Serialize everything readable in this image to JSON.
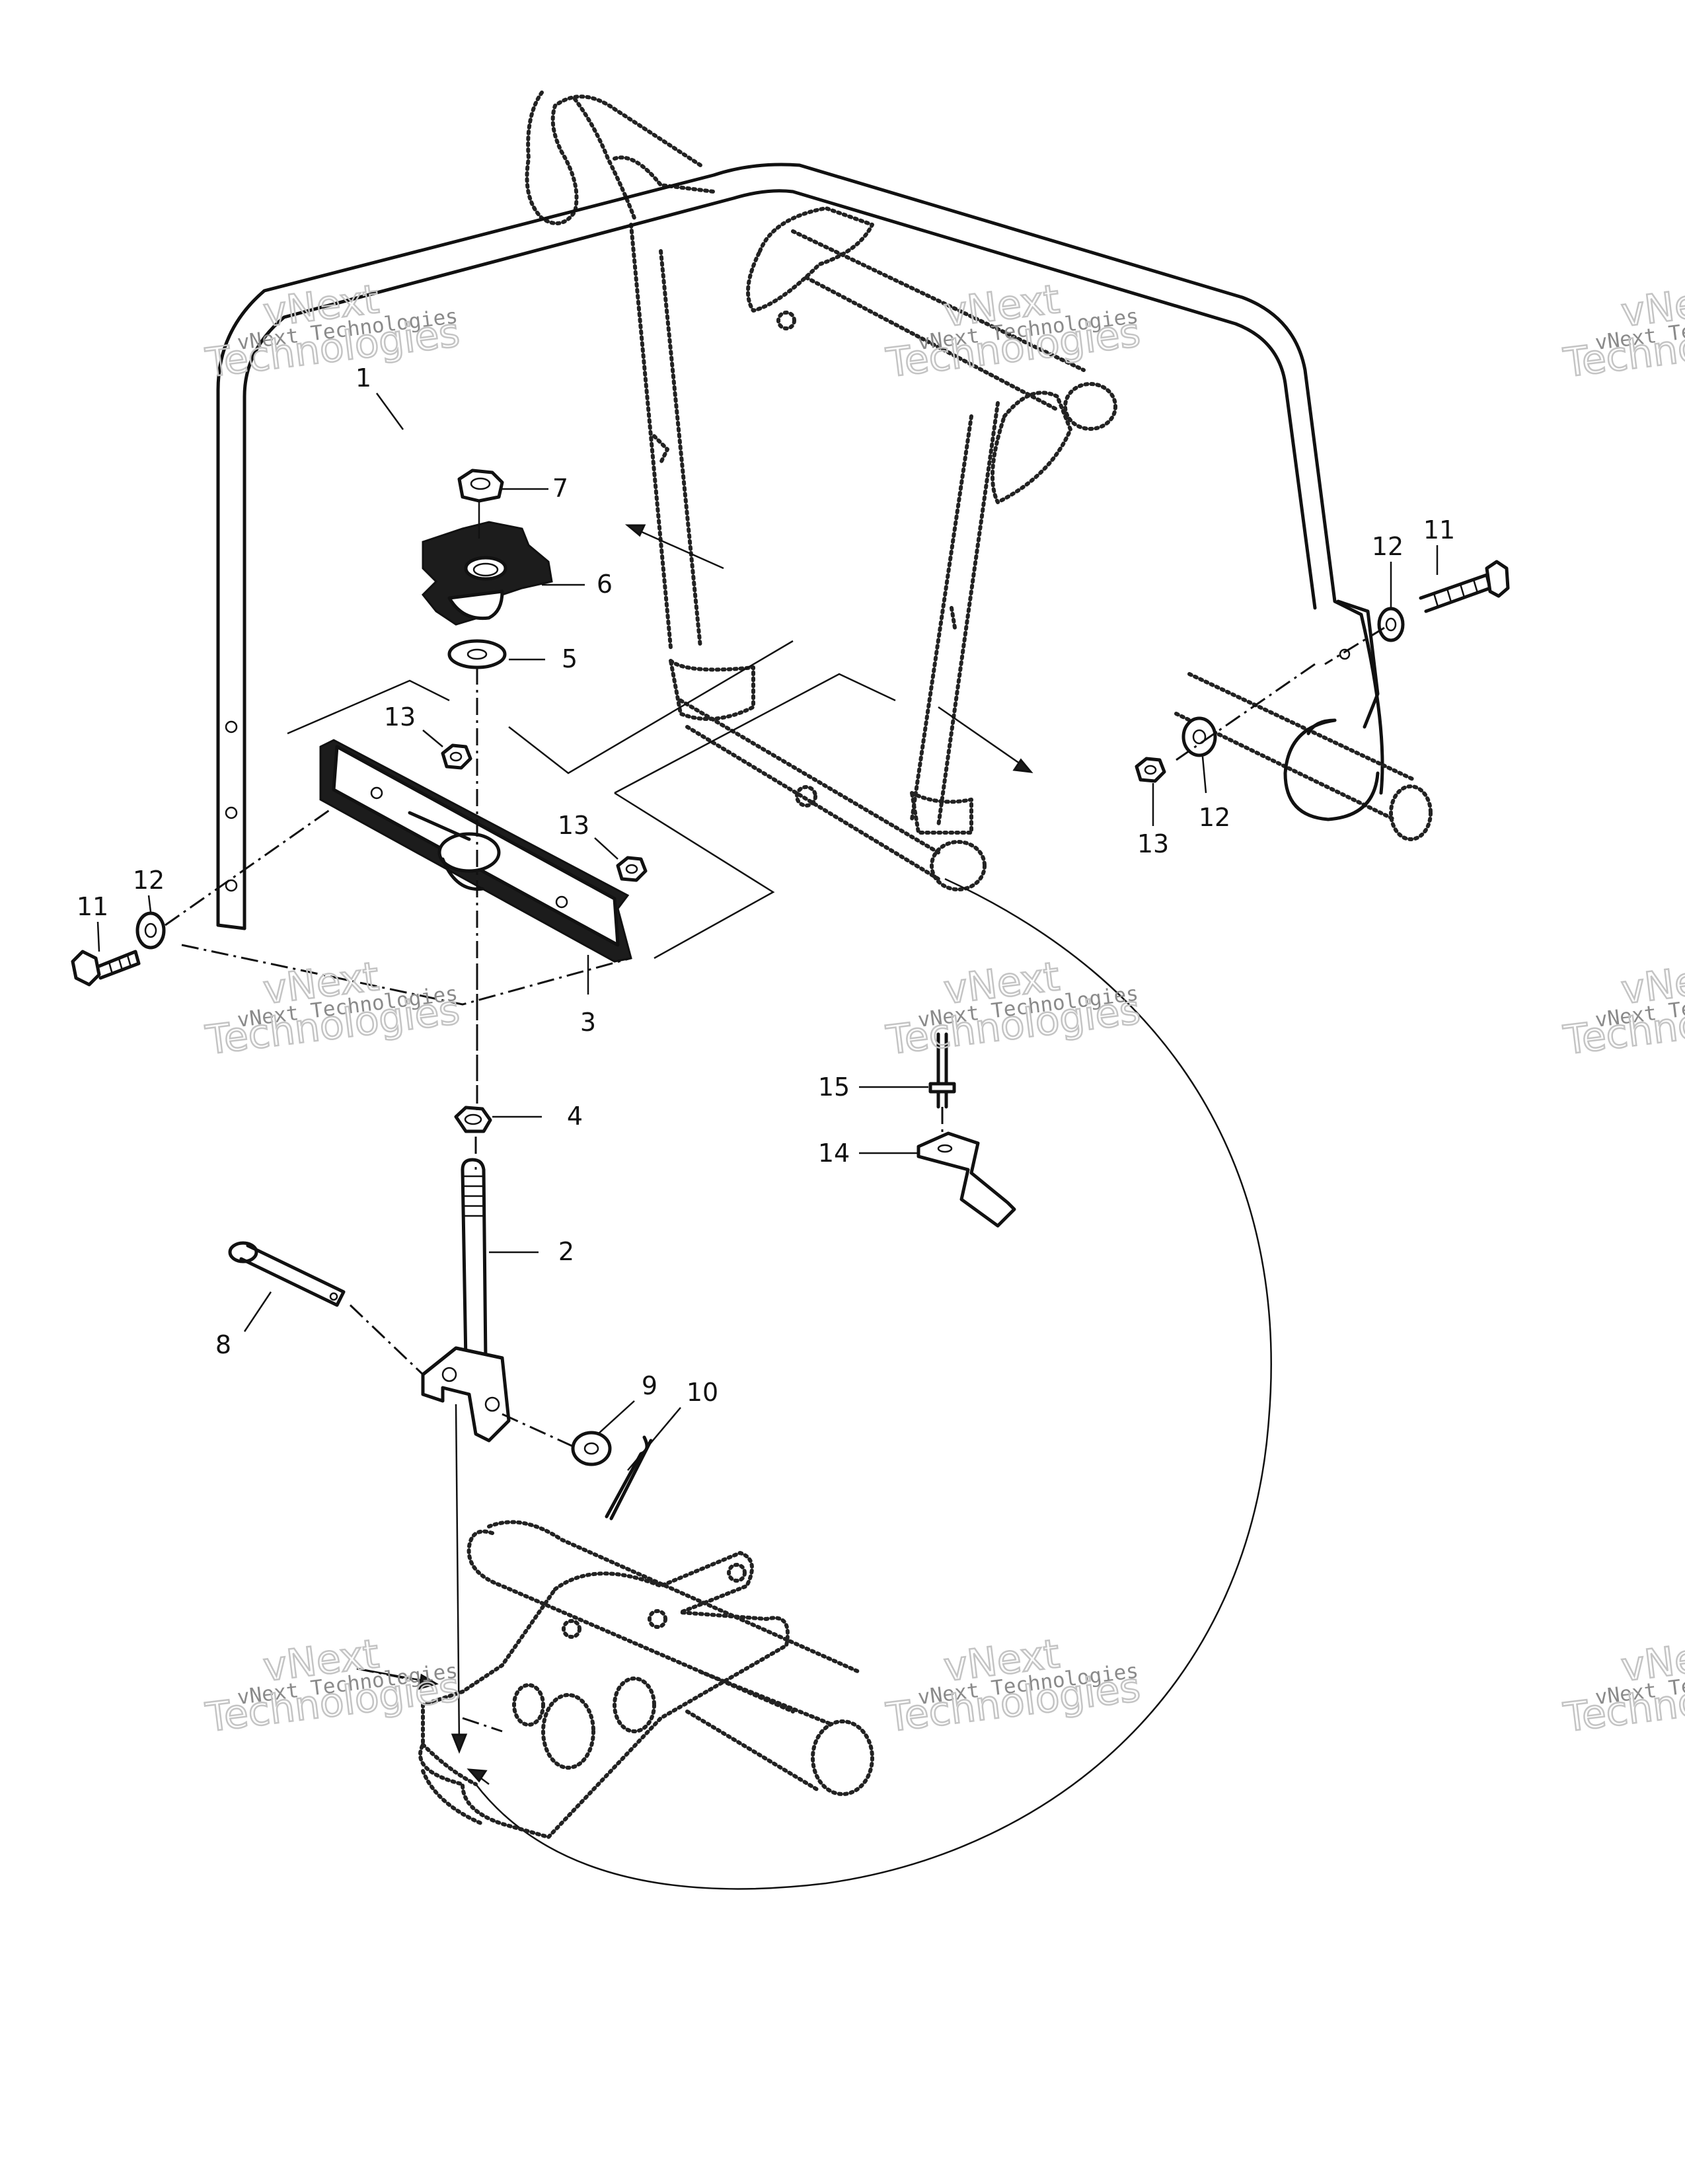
{
  "watermark": {
    "line1": "vNext",
    "line2": "vNext Technologies",
    "line3": "Technologies"
  },
  "callouts": [
    {
      "id": "c1",
      "label": "1"
    },
    {
      "id": "c7",
      "label": "7"
    },
    {
      "id": "c6",
      "label": "6"
    },
    {
      "id": "c5",
      "label": "5"
    },
    {
      "id": "c13a",
      "label": "13"
    },
    {
      "id": "c13b",
      "label": "13"
    },
    {
      "id": "c12a",
      "label": "12"
    },
    {
      "id": "c11a",
      "label": "11"
    },
    {
      "id": "c3",
      "label": "3"
    },
    {
      "id": "c4",
      "label": "4"
    },
    {
      "id": "c2",
      "label": "2"
    },
    {
      "id": "c8",
      "label": "8"
    },
    {
      "id": "c9",
      "label": "9"
    },
    {
      "id": "c10",
      "label": "10"
    },
    {
      "id": "c15",
      "label": "15"
    },
    {
      "id": "c14",
      "label": "14"
    },
    {
      "id": "c12b",
      "label": "12"
    },
    {
      "id": "c11b",
      "label": "11"
    },
    {
      "id": "c13c",
      "label": "13"
    },
    {
      "id": "c12c",
      "label": "12"
    }
  ]
}
